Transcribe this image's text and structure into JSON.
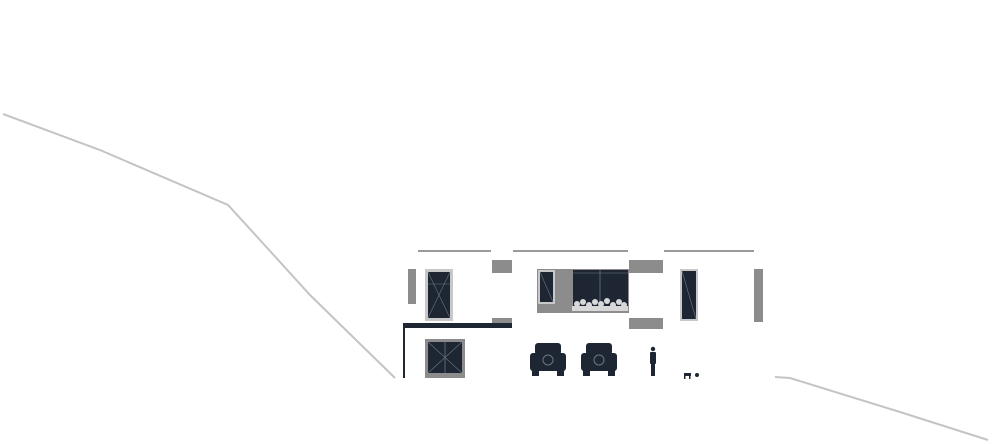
{
  "drawing": {
    "type": "architectural-elevation",
    "colors": {
      "background": "#ffffff",
      "wall_gray": "#8c8c8c",
      "frame_light": "#c8c8c8",
      "glass_dark": "#1e2633",
      "terrain": "#c4c4c4",
      "parapet": "#9a9a9a"
    },
    "elements": [
      "terrain-line",
      "parapet",
      "windows",
      "canopy",
      "garage-door",
      "cars",
      "person",
      "dog",
      "planter"
    ]
  }
}
